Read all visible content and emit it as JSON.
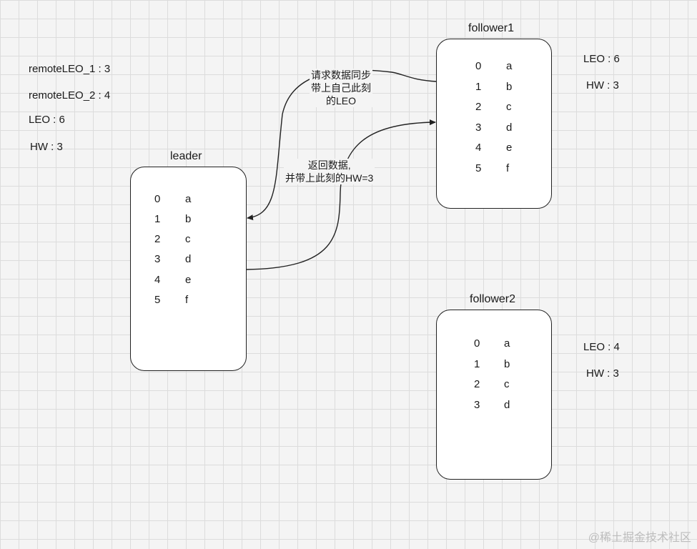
{
  "leader_stats": {
    "remote_leo_1": "remoteLEO_1 : 3",
    "remote_leo_2": "remoteLEO_2 : 4",
    "leo": "LEO  : 6",
    "hw": "HW  : 3"
  },
  "leader": {
    "title": "leader",
    "rows": [
      {
        "index": "0",
        "value": "a"
      },
      {
        "index": "1",
        "value": "b"
      },
      {
        "index": "2",
        "value": "c"
      },
      {
        "index": "3",
        "value": "d"
      },
      {
        "index": "4",
        "value": "e"
      },
      {
        "index": "5",
        "value": "f"
      }
    ]
  },
  "follower1": {
    "title": "follower1",
    "leo": "LEO  : 6",
    "hw": "HW  : 3",
    "rows": [
      {
        "index": "0",
        "value": "a"
      },
      {
        "index": "1",
        "value": "b"
      },
      {
        "index": "2",
        "value": "c"
      },
      {
        "index": "3",
        "value": "d"
      },
      {
        "index": "4",
        "value": "e"
      },
      {
        "index": "5",
        "value": "f"
      }
    ]
  },
  "follower2": {
    "title": "follower2",
    "leo": "LEO  : 4",
    "hw": "HW  : 3",
    "rows": [
      {
        "index": "0",
        "value": "a"
      },
      {
        "index": "1",
        "value": "b"
      },
      {
        "index": "2",
        "value": "c"
      },
      {
        "index": "3",
        "value": "d"
      }
    ]
  },
  "edges": {
    "fetch_request": {
      "line1": "请求数据同步",
      "line2": "带上自己此刻",
      "line3": "的LEO"
    },
    "fetch_response": {
      "line1": "返回数据,",
      "line2": "并带上此刻的HW=3"
    }
  },
  "colors": {
    "stroke": "#222222",
    "grid": "#dcdcdc",
    "background": "#f4f4f4",
    "node_fill": "#ffffff"
  },
  "watermark": "@稀土掘金技术社区"
}
